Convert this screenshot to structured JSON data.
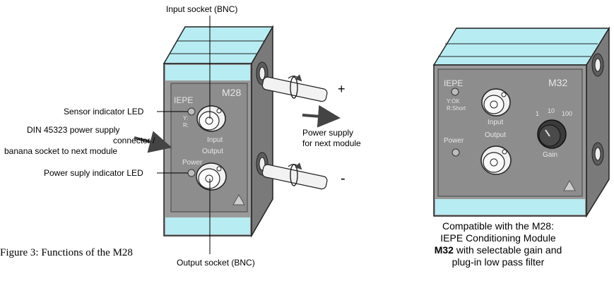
{
  "figure_caption": "Figure 3: Functions of the M28",
  "m28": {
    "model_label": "M28",
    "iepe_label": "IEPE",
    "led_legend_ok": "Y:",
    "led_legend_short": "R:",
    "input_label": "Input",
    "output_label": "Output",
    "power_label": "Power"
  },
  "callouts": {
    "input_socket": "Input socket (BNC)",
    "sensor_led": "Sensor indicator LED",
    "din_line1": "DIN 45323 power supply",
    "din_line2": "connector /",
    "din_line3": "banana socket to next module",
    "power_led": "Power suply indicator LED",
    "output_socket": "Output socket (BNC)",
    "power_supply_line1": "Power supply",
    "power_supply_line2": "for next module",
    "plus_sign": "+",
    "minus_sign": "-"
  },
  "m32": {
    "model_label": "M32",
    "iepe_label": "IEPE",
    "led_legend_ok": "Y:OK",
    "led_legend_short": "R:Short",
    "input_label": "Input",
    "output_label": "Output",
    "power_label": "Power",
    "gain_label": "Gain",
    "gain_1": "1",
    "gain_10": "10",
    "gain_100": "100"
  },
  "m32_caption": {
    "line1": "Compatible with the M28:",
    "line2": "IEPE Conditioning Module",
    "line3_bold": "M32",
    "line3_rest": " with selectable gain and",
    "line4": "plug-in low pass filter"
  }
}
